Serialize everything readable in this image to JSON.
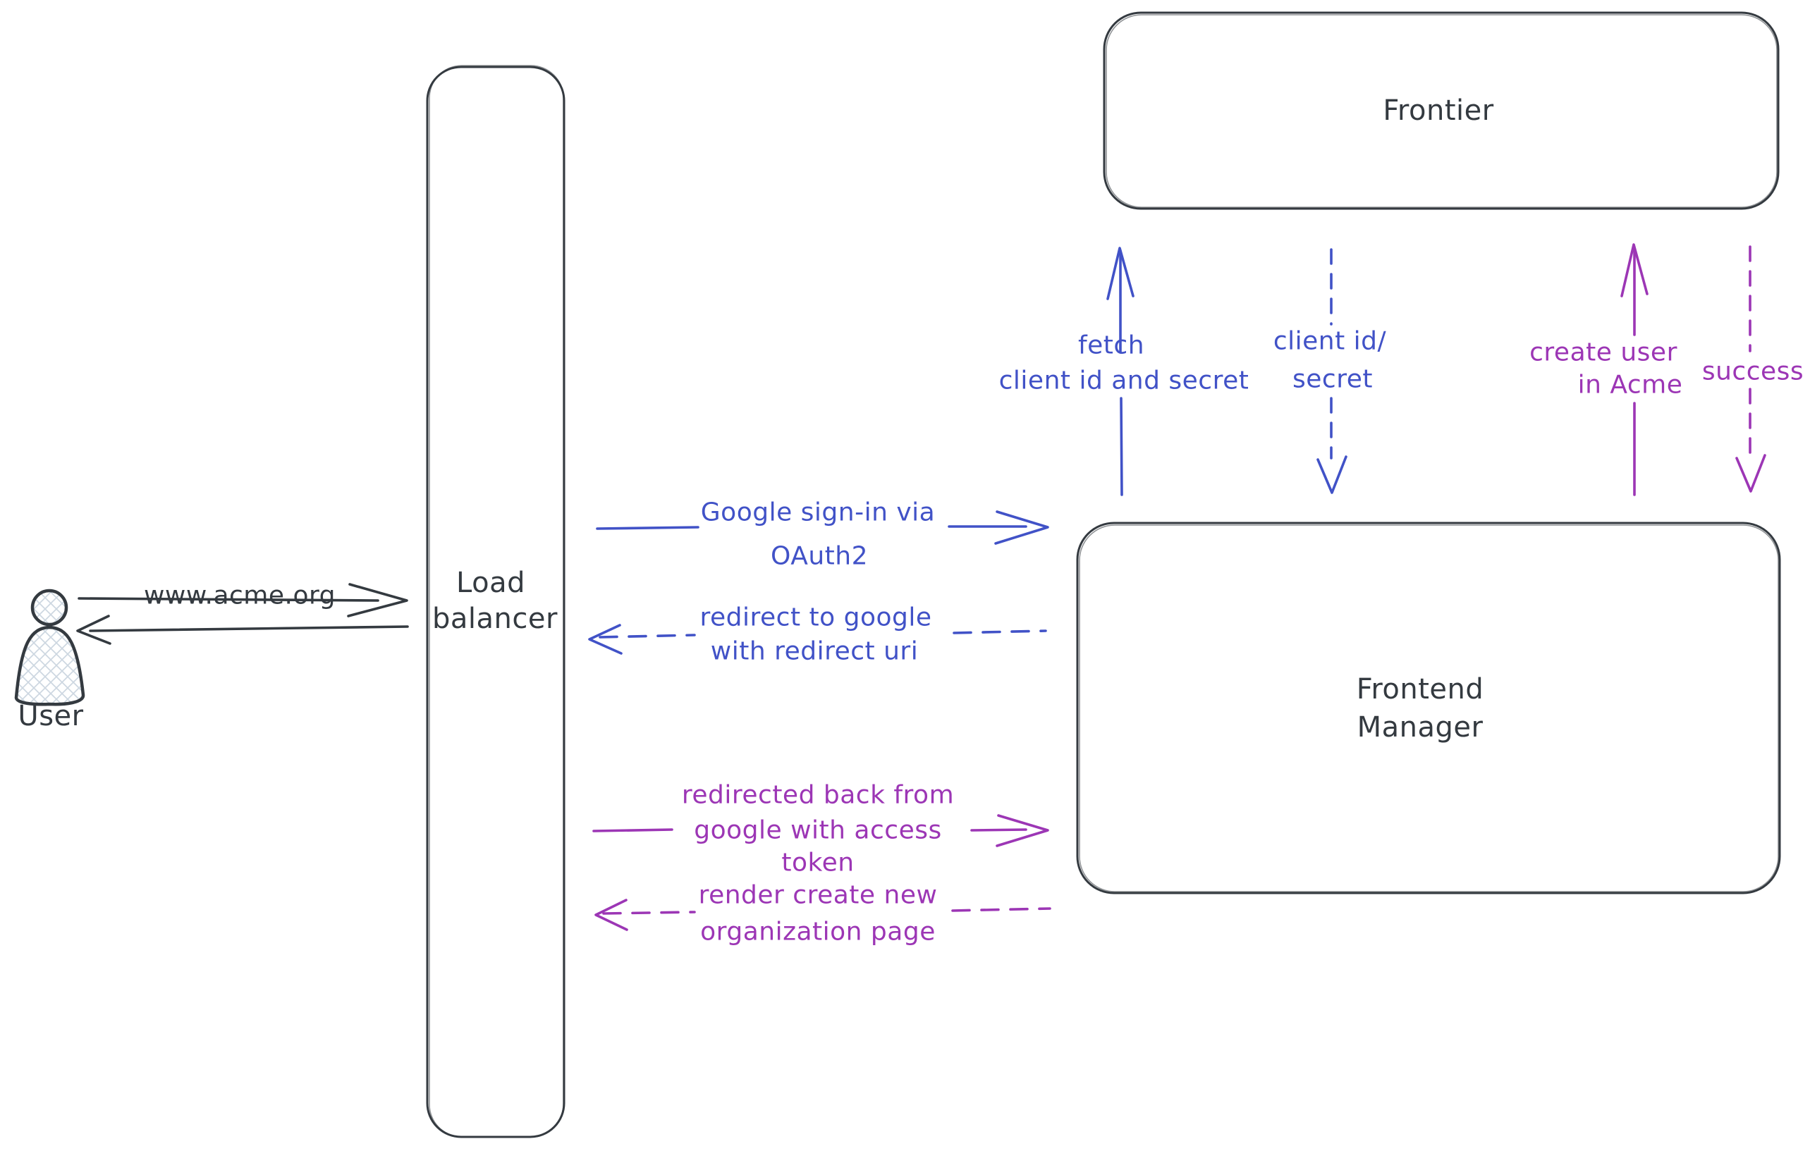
{
  "colors": {
    "stroke_dark": "#343a40",
    "arrow_blue": "#4152c7",
    "arrow_purple": "#9c36b5",
    "hatch": "#cdd7e1",
    "bg": "#ffffff"
  },
  "nodes": {
    "user": {
      "label": "User"
    },
    "load_balancer": {
      "label": [
        "Load",
        "balancer"
      ]
    },
    "frontier": {
      "label": "Frontier"
    },
    "frontend_manager": {
      "label": [
        "Frontend",
        "Manager"
      ]
    }
  },
  "messages": {
    "www_acme": {
      "label": "www.acme.org",
      "style": "solid",
      "color": "dark",
      "direction": "right",
      "from": "User",
      "to": "Load balancer"
    },
    "return_to_user": {
      "style": "solid",
      "color": "dark",
      "direction": "left",
      "from": "Load balancer",
      "to": "User"
    },
    "google_signin": {
      "label": [
        "Google sign-in via",
        "OAuth2"
      ],
      "style": "solid",
      "color": "blue",
      "direction": "right",
      "from": "Load balancer",
      "to": "Frontend Manager"
    },
    "redirect_to_google": {
      "label": [
        "redirect to google",
        "with redirect uri"
      ],
      "style": "dashed",
      "color": "blue",
      "direction": "left",
      "from": "Frontend Manager",
      "to": "Load balancer"
    },
    "redirected_back": {
      "label": [
        "redirected back from",
        "google with access",
        "token"
      ],
      "style": "solid",
      "color": "purple",
      "direction": "right",
      "from": "Load balancer",
      "to": "Frontend Manager"
    },
    "render_create": {
      "label": [
        "render create new",
        "organization page"
      ],
      "style": "dashed",
      "color": "purple",
      "direction": "left",
      "from": "Frontend Manager",
      "to": "Load balancer"
    },
    "fetch_client": {
      "label": [
        "fetch",
        "client id and secret"
      ],
      "style": "solid",
      "color": "blue",
      "direction": "up",
      "from": "Frontend Manager",
      "to": "Frontier"
    },
    "client_id_secret": {
      "label": [
        "client id/",
        "secret"
      ],
      "style": "dashed",
      "color": "blue",
      "direction": "down",
      "from": "Frontier",
      "to": "Frontend Manager"
    },
    "create_user": {
      "label": [
        "create user",
        "in Acme"
      ],
      "style": "solid",
      "color": "purple",
      "direction": "up",
      "from": "Frontend Manager",
      "to": "Frontier"
    },
    "success": {
      "label": "success",
      "style": "dashed",
      "color": "purple",
      "direction": "down",
      "from": "Frontier",
      "to": "Frontend Manager"
    }
  }
}
